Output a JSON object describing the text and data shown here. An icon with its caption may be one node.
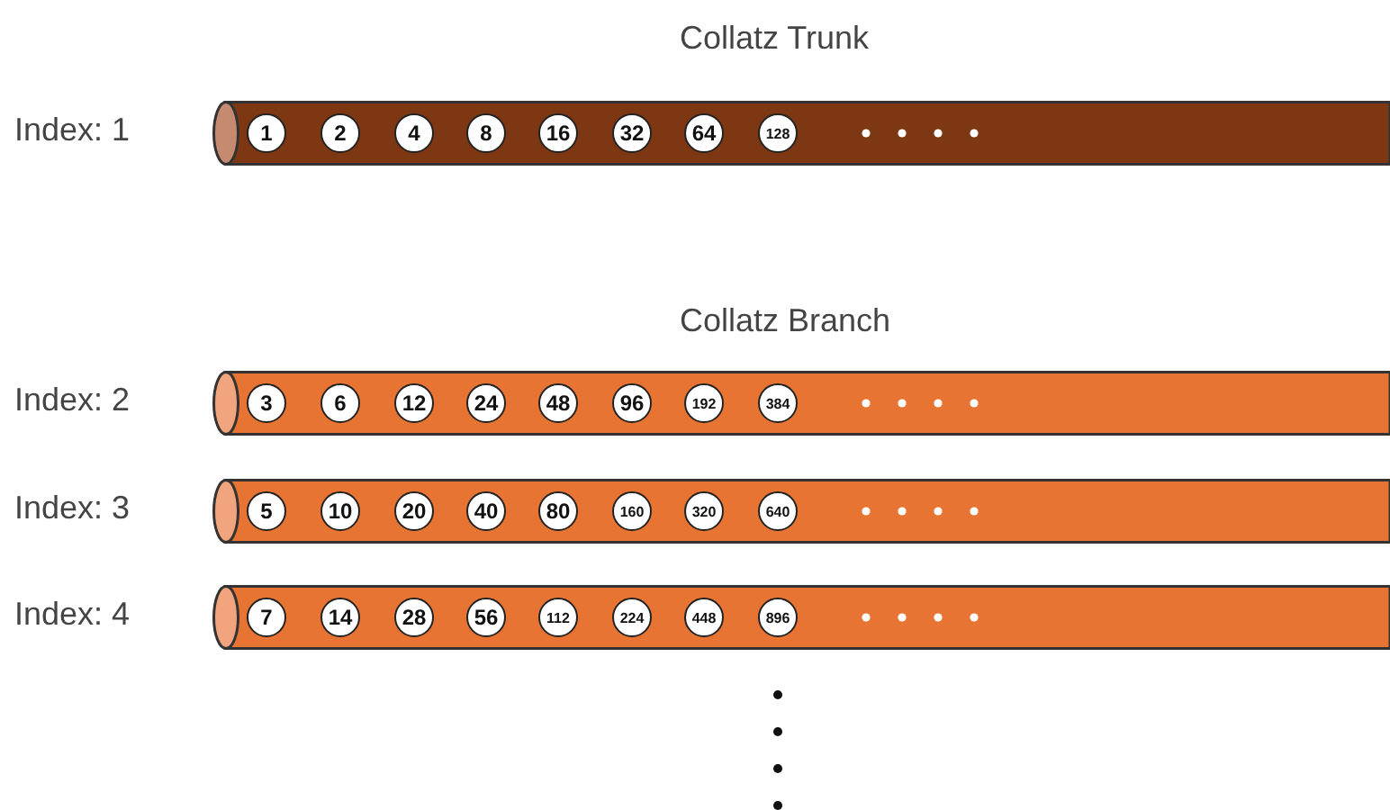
{
  "diagram": {
    "nodes": [
      {
        "text": [],
        "shape": "cylinder",
        "beside": [
          "Index: 1"
        ]
      },
      {
        "text": [
          "1"
        ],
        "in": 0
      },
      {
        "text": [
          "2"
        ],
        "in": 0
      },
      {
        "text": [
          "4"
        ],
        "in": 0
      },
      {
        "text": [
          "8"
        ],
        "in": 0
      },
      {
        "text": [
          "16"
        ],
        "in": 0
      },
      {
        "text": [
          "32"
        ],
        "in": 0
      },
      {
        "text": [
          "64"
        ],
        "in": 0
      },
      {
        "text": [
          "128"
        ],
        "in": 0
      },
      {
        "text": [],
        "shape": "cylinder",
        "beside": [
          "Index: 2"
        ]
      },
      {
        "text": [
          "3"
        ],
        "in": 9
      },
      {
        "text": [
          "6"
        ],
        "in": 9
      },
      {
        "text": [
          "12"
        ],
        "in": 9
      },
      {
        "text": [
          "24"
        ],
        "in": 9
      },
      {
        "text": [
          "48"
        ],
        "in": 9
      },
      {
        "text": [
          "96"
        ],
        "in": 9
      },
      {
        "text": [
          "192"
        ],
        "in": 9
      },
      {
        "text": [
          "384"
        ],
        "in": 9
      },
      {
        "text": [],
        "shape": "cylinder",
        "beside": [
          "Index: 3"
        ]
      },
      {
        "text": [
          "5"
        ],
        "in": 18
      },
      {
        "text": [
          "10"
        ],
        "in": 18
      },
      {
        "text": [
          "20"
        ],
        "in": 18
      },
      {
        "text": [
          "40"
        ],
        "in": 18
      },
      {
        "text": [
          "80"
        ],
        "in": 18
      },
      {
        "text": [
          "160"
        ],
        "in": 18
      },
      {
        "text": [
          "320"
        ],
        "in": 18
      },
      {
        "text": [
          "640"
        ],
        "in": 18
      },
      {
        "text": [],
        "shape": "cylinder",
        "beside": [
          "Index: 4"
        ]
      },
      {
        "text": [
          "7"
        ],
        "in": 27
      },
      {
        "text": [
          "14"
        ],
        "in": 27
      },
      {
        "text": [
          "28"
        ],
        "in": 27
      },
      {
        "text": [
          "56"
        ],
        "in": 27
      },
      {
        "text": [
          "112"
        ],
        "in": 27
      },
      {
        "text": [
          "224"
        ],
        "in": 27
      },
      {
        "text": [
          "448"
        ],
        "in": 27
      },
      {
        "text": [
          "896"
        ],
        "in": 27
      }
    ],
    "labels": [
      "Collatz Trunk",
      "Collatz Branch"
    ]
  }
}
